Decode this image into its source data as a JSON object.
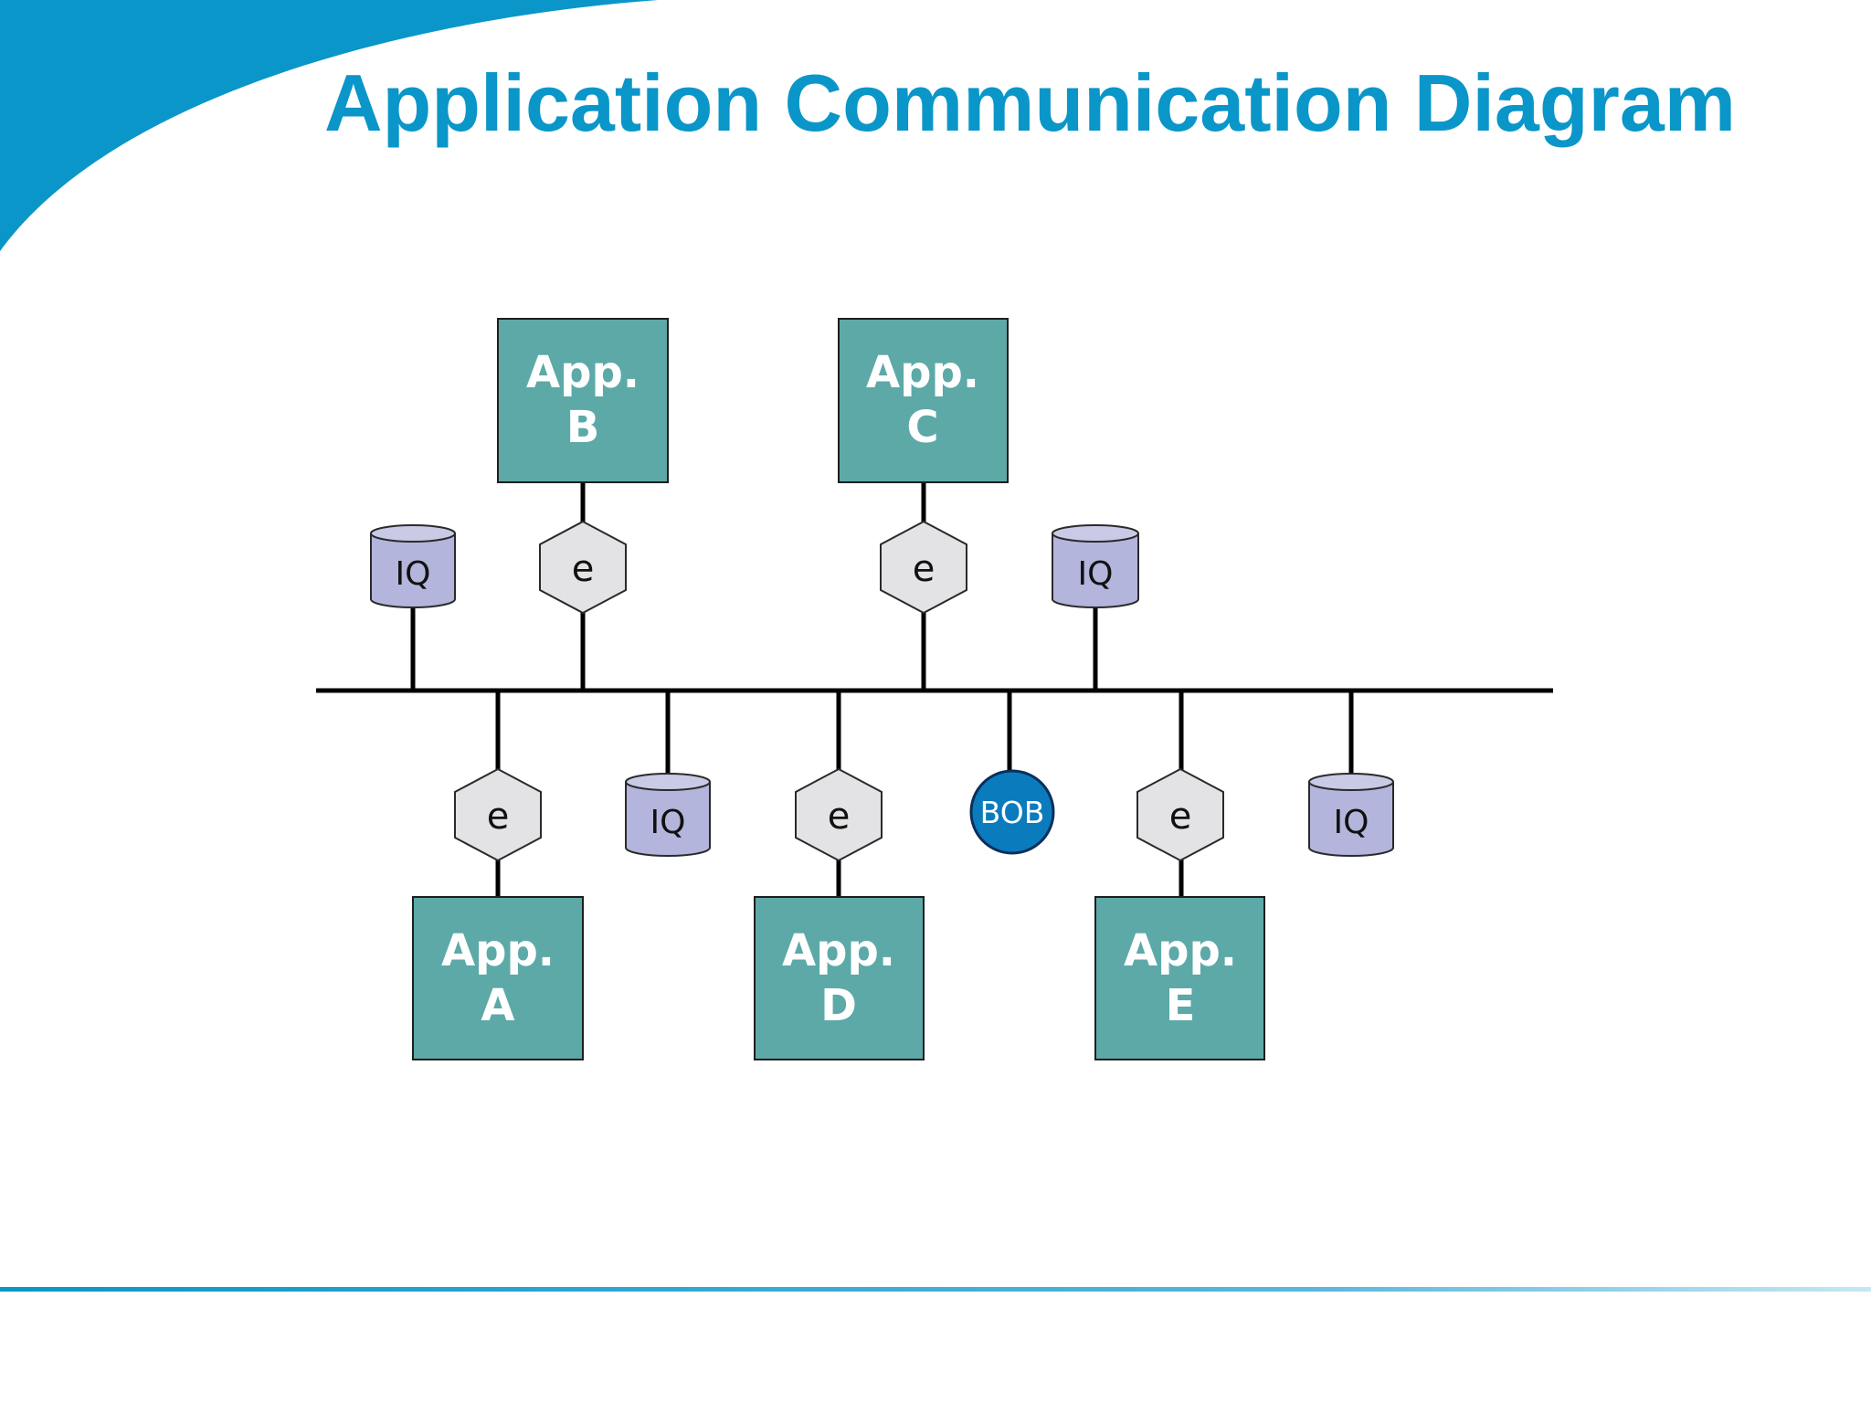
{
  "slide": {
    "title": "Application Communication Diagram"
  },
  "colors": {
    "accent": "#0a96c8",
    "app_box": "#5ca9a8",
    "hexagon": "#e3e3e6",
    "iq_cylinder": "#b4b5dc",
    "bob_circle": "#0a7bbd",
    "bus_line": "#000000"
  },
  "diagram": {
    "apps": [
      {
        "id": "A",
        "line1": "App.",
        "line2": "A"
      },
      {
        "id": "B",
        "line1": "App.",
        "line2": "B"
      },
      {
        "id": "C",
        "line1": "App.",
        "line2": "C"
      },
      {
        "id": "D",
        "line1": "App.",
        "line2": "D"
      },
      {
        "id": "E",
        "line1": "App.",
        "line2": "E"
      }
    ],
    "endpoint_label": "e",
    "queue_label": "IQ",
    "broker_label": "BOB"
  }
}
